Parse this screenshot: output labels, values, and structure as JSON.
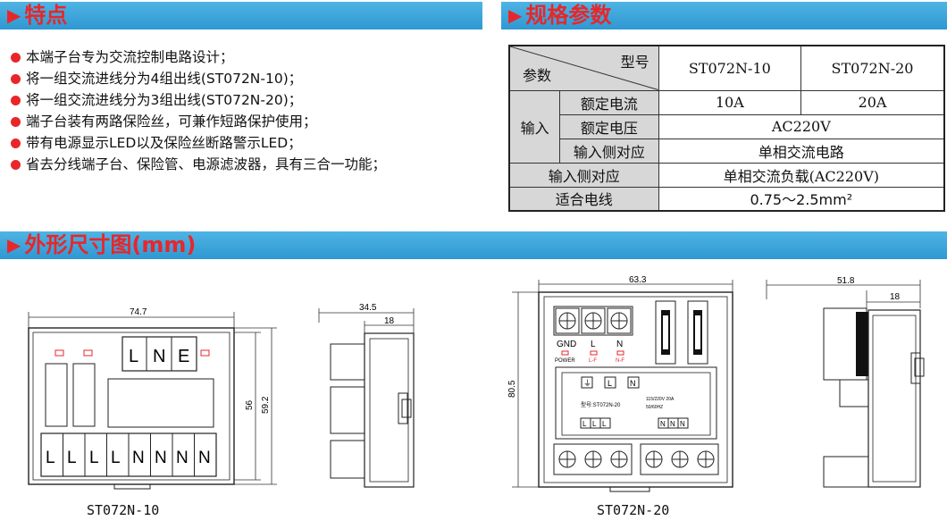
{
  "sections": {
    "features_title": "特点",
    "spec_title": "规格参数",
    "dimensions_title": "外形尺寸图(mm)"
  },
  "features": [
    "本端子台专为交流控制电路设计；",
    "将一组交流进线分为4组出线(ST072N-10)；",
    "将一组交流进线分为3组出线(ST072N-20)；",
    "端子台装有两路保险丝，可兼作短路保护使用；",
    "带有电源显示LED以及保险丝断路警示LED；",
    "省去分线端子台、保险管、电源滤波器，具有三合一功能；"
  ],
  "spec": {
    "header_model": "型号",
    "header_param": "参数",
    "model_a": "ST072N-10",
    "model_b": "ST072N-20",
    "input_group": "输入",
    "rows": [
      {
        "label": "额定电流",
        "a": "10A",
        "b": "20A"
      },
      {
        "label": "额定电压",
        "merged": "AC220V"
      },
      {
        "label": "输入侧对应",
        "merged": "单相交流电路"
      }
    ],
    "output_label": "输入侧对应",
    "output_value": "单相交流负载(AC220V)",
    "wire_label": "适合电线",
    "wire_value": "0.75～2.5mm²"
  },
  "drawing10": {
    "width_dim": "74.7",
    "height_inner": "56",
    "height_outer": "59.2",
    "top_terminals": [
      "L",
      "N",
      "E"
    ],
    "bottom_terminals": [
      "L",
      "L",
      "L",
      "L",
      "N",
      "N",
      "N",
      "N"
    ],
    "side_width": "34.5",
    "side_inner": "18",
    "caption": "ST072N-10"
  },
  "drawing20": {
    "width_dim": "63.3",
    "height_dim": "80.5",
    "terminal_labels": [
      "GND",
      "L",
      "N"
    ],
    "led_labels": [
      "POWER",
      "L-F",
      "N-F"
    ],
    "label_symbols": [
      "L",
      "N"
    ],
    "label_model": "型号:ST072N-20",
    "label_rating": "115/220V  20A",
    "label_freq": "50/60HZ",
    "label_out_l": [
      "L",
      "L",
      "L"
    ],
    "label_out_n": [
      "N",
      "N",
      "N"
    ],
    "side_width": "51.8",
    "side_inner": "18",
    "caption": "ST072N-20"
  },
  "colors": {
    "accent": "#e8262a",
    "banner": "#3aa3d9"
  }
}
